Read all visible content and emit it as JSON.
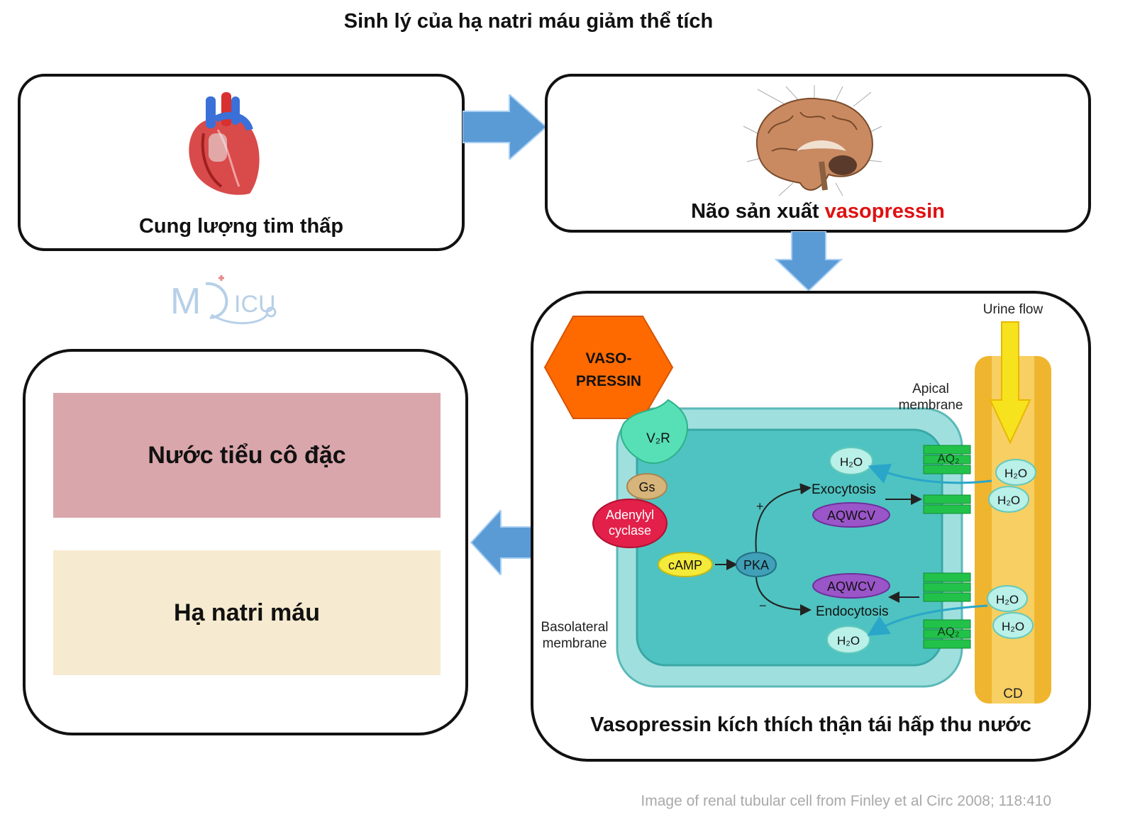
{
  "title": "Sinh lý của hạ natri máu giảm thể tích",
  "heart_panel": {
    "label": "Cung lượng tim thấp"
  },
  "brain_panel": {
    "label_prefix": "Não sản xuất ",
    "label_highlight": "vasopressin"
  },
  "kidney_panel": {
    "label": "Vasopressin kích thích thận tái hấp thu nước",
    "hormone": {
      "line1": "VASO-",
      "line2": "PRESSIN"
    },
    "receptor": "V₂R",
    "gs": "Gs",
    "enzyme": {
      "line1": "Adenylyl",
      "line2": "cyclase"
    },
    "camp": "cAMP",
    "pka": "PKA",
    "plus": "+",
    "minus": "−",
    "exocytosis": "Exocytosis",
    "endocytosis": "Endocytosis",
    "aqwcv": "AQWCV",
    "water": "H₂O",
    "aq2": "AQ₂",
    "apical": {
      "line1": "Apical",
      "line2": "membrane"
    },
    "basolateral": {
      "line1": "Basolateral",
      "line2": "membrane"
    },
    "urine_flow": "Urine flow",
    "cd": "CD"
  },
  "result_panel": {
    "top": "Nước tiểu cô đặc",
    "bottom": "Hạ natri máu"
  },
  "watermark": {
    "left": "M",
    "right": "ICU"
  },
  "footnote": "Image of renal tubular cell from Finley et al Circ 2008; 118:410",
  "colors": {
    "arrow": "#5b9bd5",
    "arrow_light": "#a9d0f5",
    "hexagon": "#ff6a00",
    "cell": "#62c9c7",
    "tube": "#f0b52e",
    "aq2": "#22c24a",
    "highlight": "#e01010",
    "urine_swatch": "#d9a6ab",
    "hyponatremia_swatch": "#f6ead0"
  }
}
